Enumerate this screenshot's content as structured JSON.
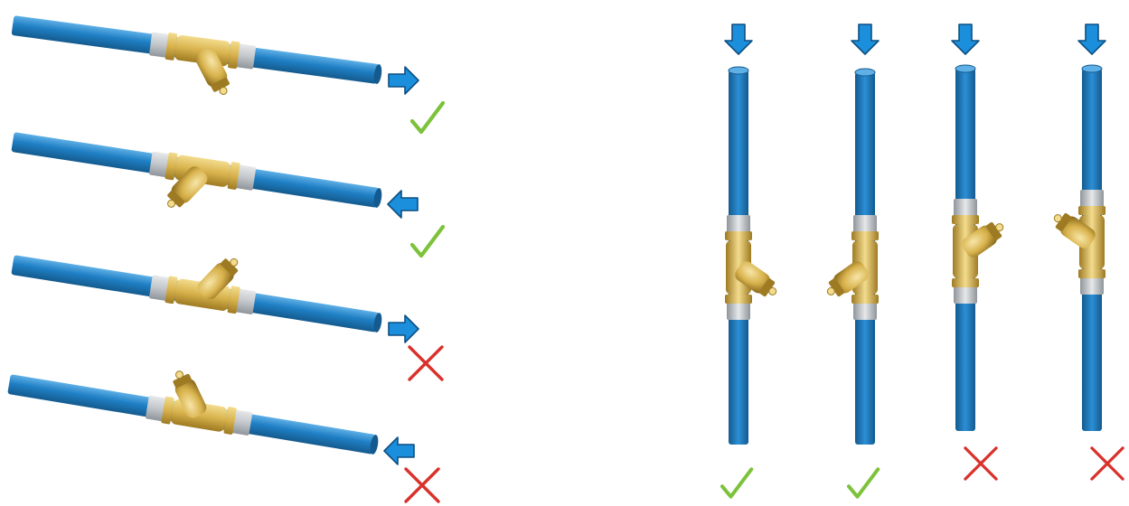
{
  "colors": {
    "pipe": "#1f7fc4",
    "pipe_dark": "#145a8e",
    "pipe_light": "#5fb0e6",
    "sleeve": "#c7cbcf",
    "brass": "#d8b24c",
    "brass_dark": "#9e7a22",
    "brass_light": "#f3dc8e",
    "arrow": "#1c8fdc",
    "arrow_edge": "#0d4f82",
    "check": "#7cc23a",
    "cross": "#d9312b"
  },
  "horizontal_rows": [
    {
      "flow": "right",
      "strainer": "down-right",
      "verdict": "correct"
    },
    {
      "flow": "left",
      "strainer": "down-left",
      "verdict": "correct"
    },
    {
      "flow": "right",
      "strainer": "up",
      "verdict": "incorrect"
    },
    {
      "flow": "left",
      "strainer": "up",
      "verdict": "incorrect"
    }
  ],
  "vertical_columns": [
    {
      "flow": "down",
      "strainer": "down-right",
      "verdict": "correct"
    },
    {
      "flow": "down",
      "strainer": "down-left",
      "verdict": "correct"
    },
    {
      "flow": "down",
      "strainer": "up-right",
      "verdict": "incorrect"
    },
    {
      "flow": "down",
      "strainer": "up-left",
      "verdict": "incorrect"
    }
  ]
}
